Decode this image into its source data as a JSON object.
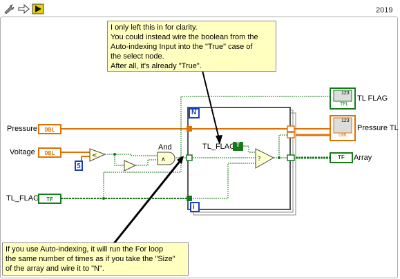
{
  "toolbar": {
    "year": "2019",
    "icons": [
      "wrench-icon",
      "arrow-right-icon",
      "run-icon"
    ]
  },
  "diagram": {
    "pressure_label": "Pressure",
    "voltage_label": "Voltage",
    "tl_flag_label": "TL_FLAG",
    "pressure_type": "DBL",
    "voltage_type": "DBL",
    "tl_flag_type": "TF",
    "constant_value": "5",
    "and_label": "And",
    "loop_n": "N",
    "loop_i": "i",
    "inner_tl_flag_label": "TL_FLAG",
    "true_constant": "T",
    "output_tl_flag": "TL FLAG",
    "output_pressure": "Pressure TL",
    "output_array": "Array",
    "output_array_type": "TF",
    "output_tl_flag_type": "TFL",
    "output_pressure_type": "DBL",
    "array_index": "123"
  },
  "notes": {
    "top": [
      "I only left this in for clarity.",
      "You could instead wire the boolean from the",
      "Auto-indexing Input into the \"True\" case of",
      "the select node.",
      "After all, it's already \"True\"."
    ],
    "bottom": [
      "If you use Auto-indexing, it will run the For loop",
      "the same number of times as if you take the \"Size\"",
      "of the array and wire it to \"N\"."
    ]
  },
  "colors": {
    "orange": "#e07000",
    "green": "#157a1a",
    "loop_blue": "#1a3fbf",
    "note_bg": "#ffffc0"
  }
}
